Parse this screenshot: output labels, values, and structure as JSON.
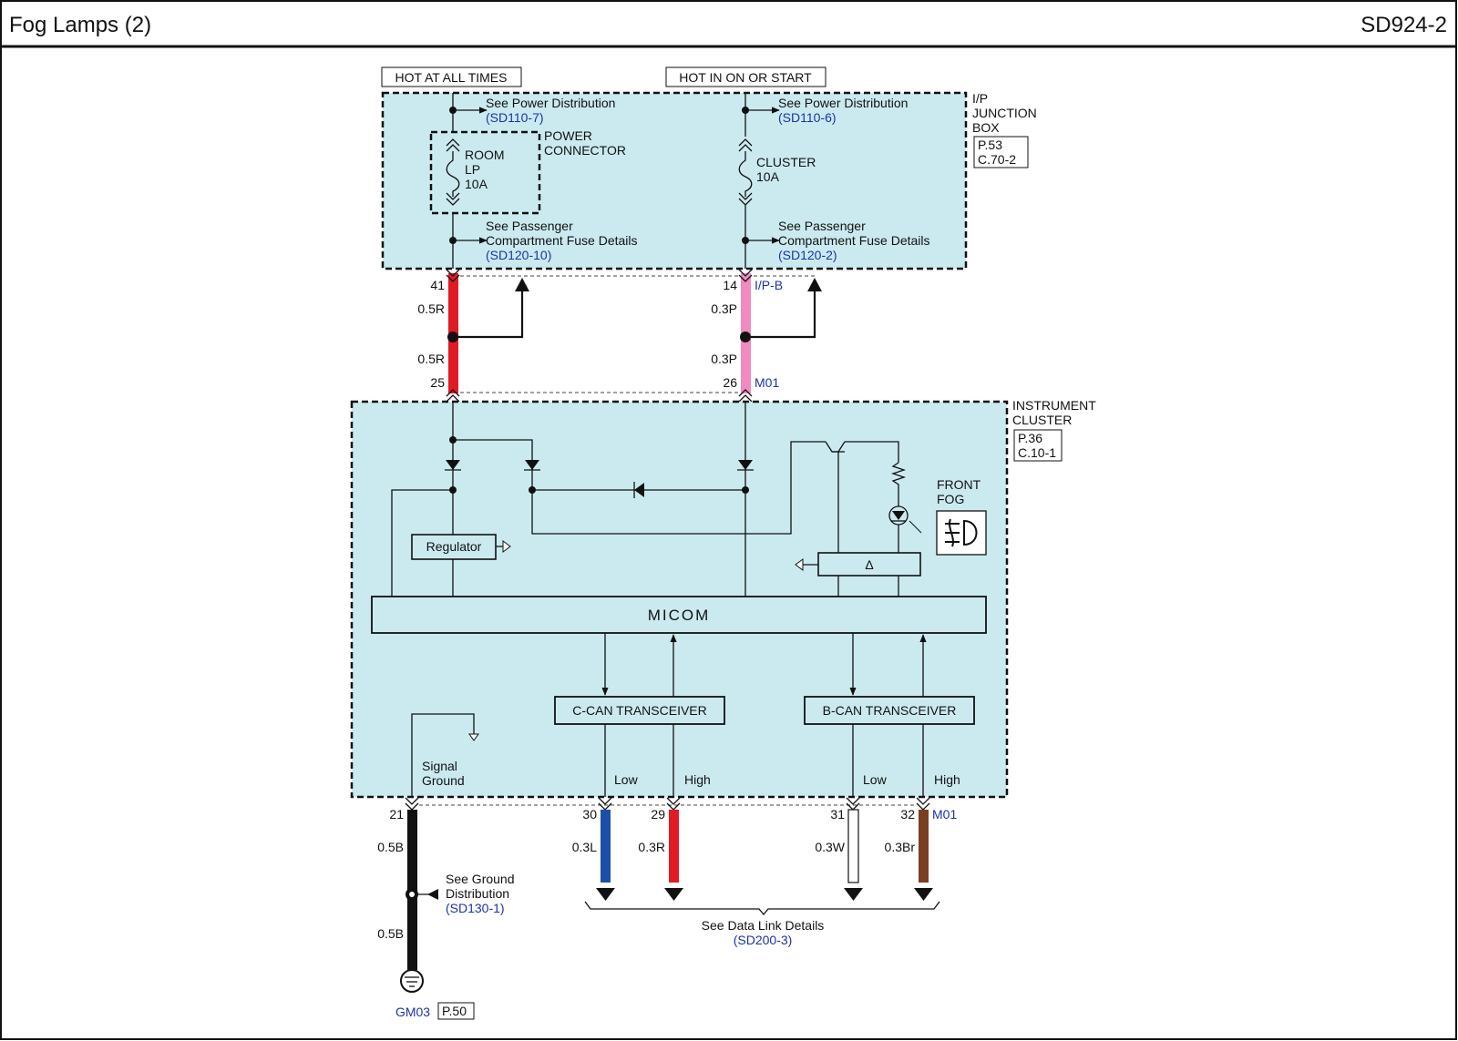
{
  "header": {
    "title": "Fog Lamps (2)",
    "code": "SD924-2"
  },
  "power": {
    "hot_all_times": "HOT AT ALL TIMES",
    "hot_on_start": "HOT IN ON OR START"
  },
  "ip_junction_box": {
    "name_lines": [
      "I/P",
      "JUNCTION",
      "BOX"
    ],
    "page": "P.53",
    "connector": "C.70-2",
    "power_connector": [
      "POWER",
      "CONNECTOR"
    ],
    "fuse_room": [
      "ROOM",
      "LP",
      "10A"
    ],
    "fuse_cluster": [
      "CLUSTER",
      "10A"
    ],
    "see_power_1": "See Power Distribution",
    "ref_power_1": "(SD110-7)",
    "see_power_2": "See Power Distribution",
    "ref_power_2": "(SD110-6)",
    "see_fuse_1": [
      "See Passenger",
      "Compartment Fuse Details"
    ],
    "ref_fuse_1": "(SD120-10)",
    "see_fuse_2": [
      "See Passenger",
      "Compartment Fuse Details"
    ],
    "ref_fuse_2": "(SD120-2)"
  },
  "wires_upper": {
    "pin_41": "41",
    "pin_14": "14",
    "conn_ipb": "I/P-B",
    "w_05R_a": "0.5R",
    "w_05R_b": "0.5R",
    "w_03P_a": "0.3P",
    "w_03P_b": "0.3P",
    "pin_25": "25",
    "pin_26": "26",
    "conn_m01": "M01"
  },
  "instrument_cluster": {
    "name_lines": [
      "INSTRUMENT",
      "CLUSTER"
    ],
    "page": "P.36",
    "connector": "C.10-1",
    "regulator": "Regulator",
    "front_fog": [
      "FRONT",
      "FOG"
    ],
    "delta": "Δ",
    "micom": "MICOM",
    "ccan": "C-CAN TRANSCEIVER",
    "bcan": "B-CAN TRANSCEIVER",
    "signal_ground": [
      "Signal",
      "Ground"
    ],
    "low_1": "Low",
    "high_1": "High",
    "low_2": "Low",
    "high_2": "High"
  },
  "wires_lower": {
    "pin_21": "21",
    "pin_30": "30",
    "pin_29": "29",
    "pin_31": "31",
    "pin_32": "32",
    "conn_m01": "M01",
    "w_05B_a": "0.5B",
    "w_05B_b": "0.5B",
    "w_03L": "0.3L",
    "w_03R": "0.3R",
    "w_03W": "0.3W",
    "w_03Br": "0.3Br"
  },
  "ground": {
    "see": [
      "See Ground",
      "Distribution"
    ],
    "ref": "(SD130-1)",
    "gm": "GM03",
    "page": "P.50"
  },
  "data_link": {
    "see": "See Data Link Details",
    "ref": "(SD200-3)"
  },
  "colors": {
    "box_fill": "#cbeaf0",
    "ref_text": "#1a33a8",
    "wire_red": "#e01b24",
    "wire_pink": "#f08ac0",
    "wire_blue": "#1d4fa8",
    "wire_brown": "#7a3f22",
    "wire_black": "#111111",
    "wire_white": "#ffffff"
  }
}
